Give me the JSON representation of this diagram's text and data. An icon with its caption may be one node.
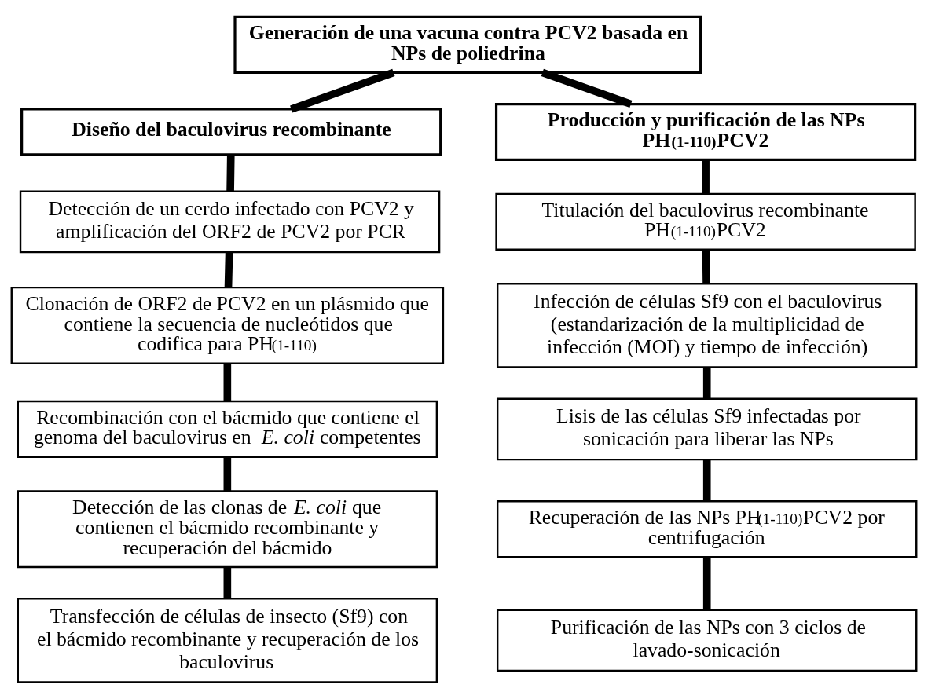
{
  "diagram": {
    "nodes": [
      {
        "text": [
          "Generación de una vacuna contra PCV2 basada en NPs de poliedrina"
        ]
      },
      {
        "text": [
          "Diseño del baculovirus recombinante"
        ]
      },
      {
        "text": [
          "Detección de un cerdo infectado con PCV2 y amplificación del ORF2 de PCV2 por PCR"
        ]
      },
      {
        "text": [
          "Clonación de ORF2 de PCV2 en un plásmido que contiene la secuencia de nucleótidos que codifica para PH$_{(1-110)}$"
        ]
      },
      {
        "text": [
          "Recombinación con el bácmido que contiene el genoma del baculovirus en *E. coli* competentes"
        ]
      },
      {
        "text": [
          "Detección de las clonas de *E. coli* que contienen el bácmido recombinante y recuperación del bácmido"
        ]
      },
      {
        "text": [
          "Transfección de células de insecto (Sf9) con el bácmido recombinante y recuperación de los baculovirus"
        ]
      },
      {
        "text": [
          "Producción y purificación de las NPs PH$_{(1-110)}$PCV2"
        ]
      },
      {
        "text": [
          "Titulación del baculovirus recombinante PH$_{(1-110)}$PCV2"
        ]
      },
      {
        "text": [
          "Infección de células Sf9 con el baculovirus (estandarización de la multiplicidad de infección (MOI) y tiempo de infección)"
        ]
      },
      {
        "text": [
          "Lisis de las células Sf9 infectadas por sonicación para liberar las NPs"
        ]
      },
      {
        "text": [
          "Recuperación de las NPs PH$_{(1-110)}$PCV2 por centrifugación"
        ]
      },
      {
        "text": [
          "Purificación de las NPs con 3 ciclos de lavado-sonicación"
        ]
      }
    ],
    "edges": [
      {
        "from": 0,
        "to": 1,
        "arrow": "none"
      },
      {
        "from": 0,
        "to": 7,
        "arrow": "none"
      },
      {
        "from": 1,
        "to": 2,
        "arrow": "none"
      },
      {
        "from": 2,
        "to": 3,
        "arrow": "none"
      },
      {
        "from": 3,
        "to": 4,
        "arrow": "none"
      },
      {
        "from": 4,
        "to": 5,
        "arrow": "none"
      },
      {
        "from": 5,
        "to": 6,
        "arrow": "none"
      },
      {
        "from": 7,
        "to": 8,
        "arrow": "none"
      },
      {
        "from": 8,
        "to": 9,
        "arrow": "none"
      },
      {
        "from": 9,
        "to": 10,
        "arrow": "none"
      },
      {
        "from": 10,
        "to": 11,
        "arrow": "none"
      },
      {
        "from": 11,
        "to": 12,
        "arrow": "none"
      }
    ]
  }
}
